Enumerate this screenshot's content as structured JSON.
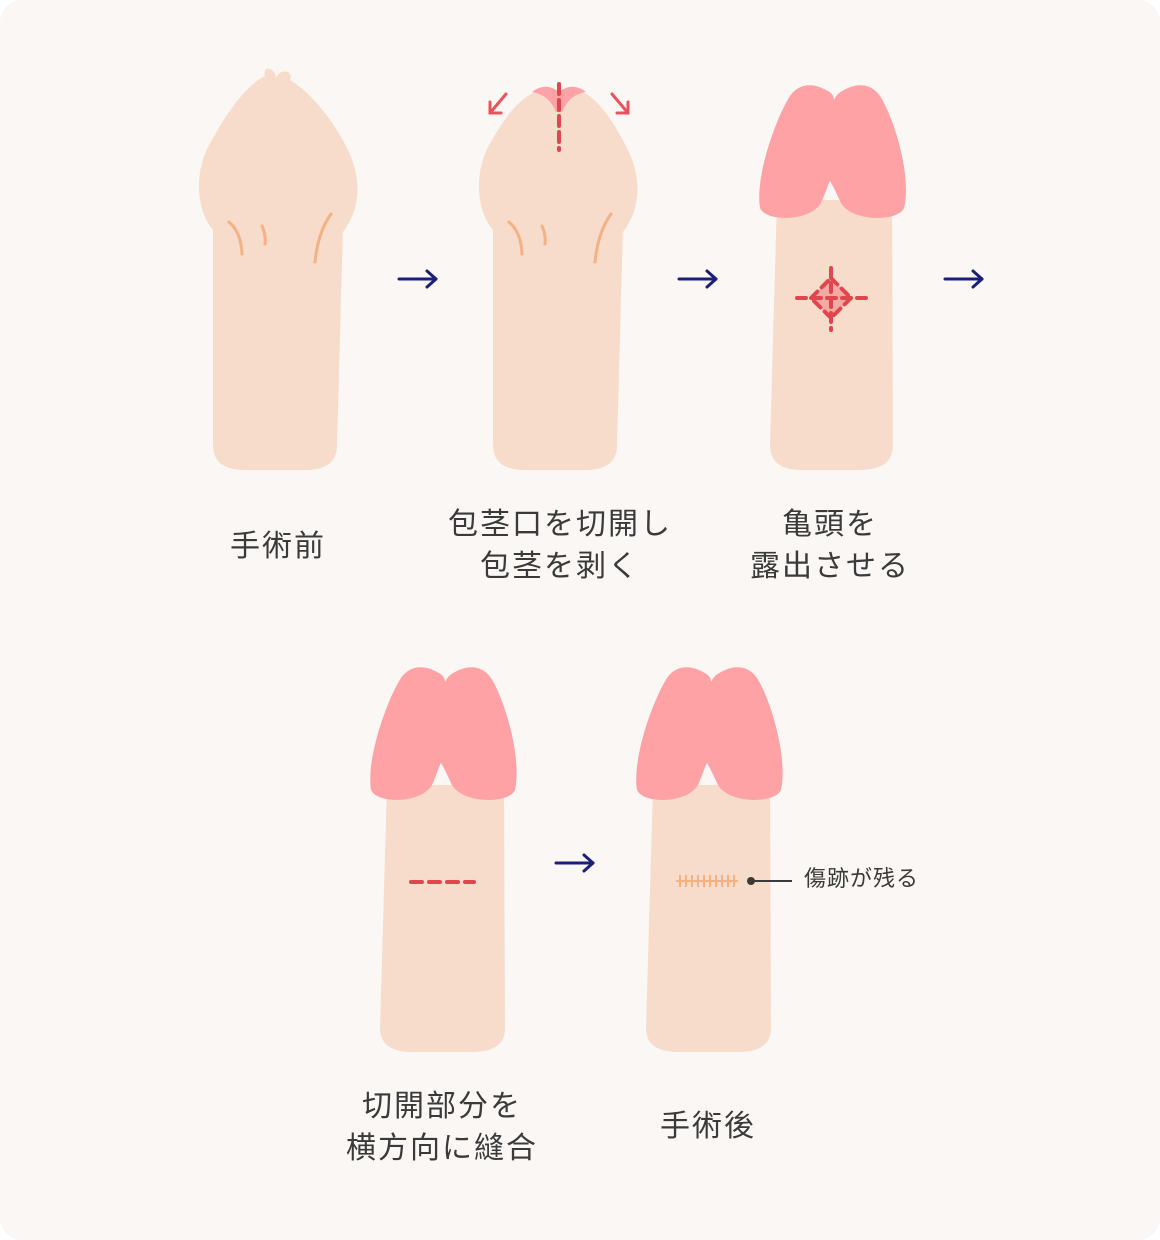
{
  "colors": {
    "background": "#fbf7f5",
    "skin": "#f7dccb",
    "glans": "#fea2a6",
    "incision": "#e0474c",
    "scar": "#f4b184",
    "arrow": "#1a1f7a"
  },
  "steps": [
    {
      "id": "before",
      "lines": [
        "手術前"
      ]
    },
    {
      "id": "incise",
      "lines": [
        "包茎口を切開し",
        "包茎を剥く"
      ]
    },
    {
      "id": "expose",
      "lines": [
        "亀頭を",
        "露出させる"
      ]
    },
    {
      "id": "suture",
      "lines": [
        "切開部分を",
        "横方向に縫合"
      ]
    },
    {
      "id": "after",
      "lines": [
        "手術後"
      ]
    }
  ],
  "scar_callout": "傷跡が残る",
  "arrow_glyph": "→"
}
